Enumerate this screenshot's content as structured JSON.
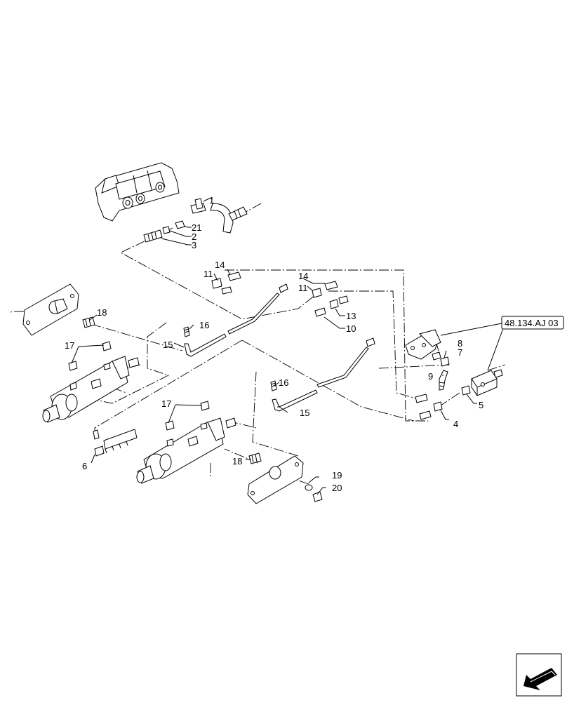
{
  "reference": "48.134.AJ 03",
  "callouts": {
    "c1": "1",
    "c21": "21",
    "c2": "2",
    "c3": "3",
    "c14a": "14",
    "c11a": "11",
    "c14b": "14",
    "c11b": "11",
    "c13": "13",
    "c10": "10",
    "c18a": "18",
    "c16a": "16",
    "c15a": "15",
    "c17a": "17",
    "c8": "8",
    "c7": "7",
    "c9": "9",
    "c5": "5",
    "c16b": "16",
    "c15b": "15",
    "c4": "4",
    "c17b": "17",
    "c6": "6",
    "c18b": "18",
    "c19": "19",
    "c20": "20"
  },
  "icons": {
    "nav": "arrow-bottom-left-icon"
  }
}
